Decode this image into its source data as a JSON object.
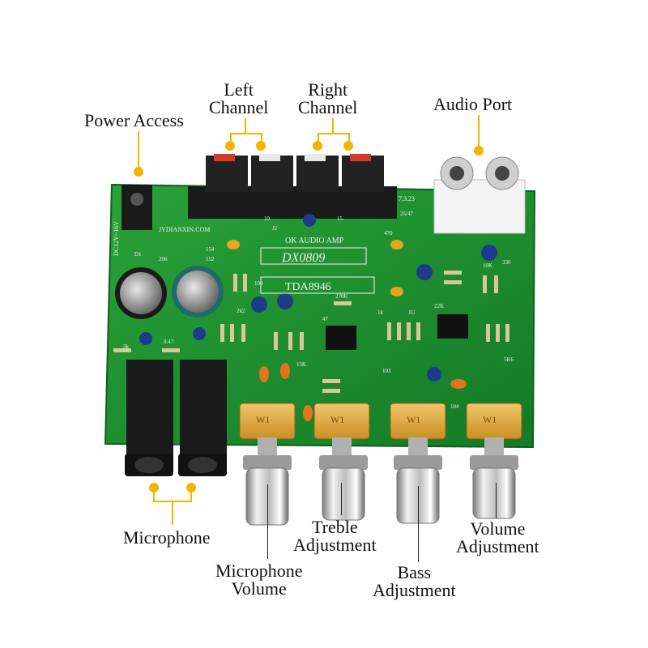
{
  "labels": {
    "power_access": "Power Access",
    "left_channel": [
      "Left",
      "Channel"
    ],
    "right_channel": [
      "Right",
      "Channel"
    ],
    "audio_port": "Audio Port",
    "microphone": "Microphone",
    "microphone_volume": [
      "Microphone",
      "Volume"
    ],
    "treble_adjustment": [
      "Treble",
      "Adjustment"
    ],
    "bass_adjustment": [
      "Bass",
      "Adjustment"
    ],
    "volume_adjustment": [
      "Volume",
      "Adjustment"
    ]
  },
  "board_text": {
    "website": "JYDIANXIN.COM",
    "amp_title": "OK AUDIO AMP",
    "model": "DX0809",
    "chip": "TDA8946",
    "power_rating": "DC12V~16V",
    "date_code": "7.3.23",
    "pot_label": "W1",
    "silkscreen": [
      "154",
      "152",
      "D1",
      "206",
      "100",
      "3k",
      "0.47",
      "2k2",
      "10K",
      "270K",
      "47",
      "1k",
      "1U",
      "22K",
      "330",
      "104",
      "103",
      "5K6",
      "15K",
      "25/47",
      "470",
      "10",
      "J2",
      "15"
    ]
  },
  "colors": {
    "label_accent": "#f5b400",
    "pcb": "#1f8a2a",
    "pot_body": "#e0a93a",
    "knob": "#c9c9c9"
  }
}
